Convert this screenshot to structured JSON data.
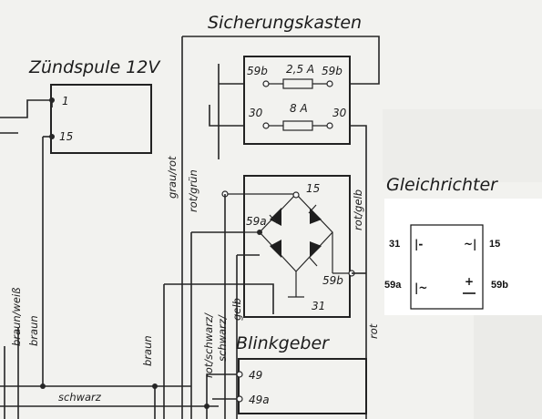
{
  "sicherungskasten": {
    "title": "Sicherungskasten",
    "fuse1": {
      "left": "59b",
      "rating": "2,5 A",
      "right": "59b"
    },
    "fuse2": {
      "left": "30",
      "rating": "8 A",
      "right": "30"
    }
  },
  "zuendspule": {
    "title": "Zündspule 12V",
    "pin1": "1",
    "pin2": "15"
  },
  "gleichrichter": {
    "title": "Gleichrichter",
    "pin_top": "15",
    "pin_left": "59a",
    "pin_right": "59b",
    "pin_bottom": "31"
  },
  "blinkgeber": {
    "title": "Blinkgeber",
    "pin1": "49",
    "pin2": "49a"
  },
  "wires": {
    "braun_weiss": "braun/weiß",
    "braun1": "braun",
    "braun2": "braun",
    "grau_rot": "grau/rot",
    "rot_gruen": "rot/grün",
    "rot_gelb": "rot/gelb",
    "rot_schwarz": "rot/schwarz/",
    "schwarz_gelb": "schwarz/",
    "gelb": "gelb",
    "rot": "rot",
    "schwarz": "schwarz"
  },
  "inset": {
    "tl": "31",
    "tr": "15",
    "bl": "59a",
    "br": "59b",
    "sym_tl": "|-",
    "sym_tr": "~|",
    "sym_bl": "|~",
    "sym_br": "+"
  }
}
